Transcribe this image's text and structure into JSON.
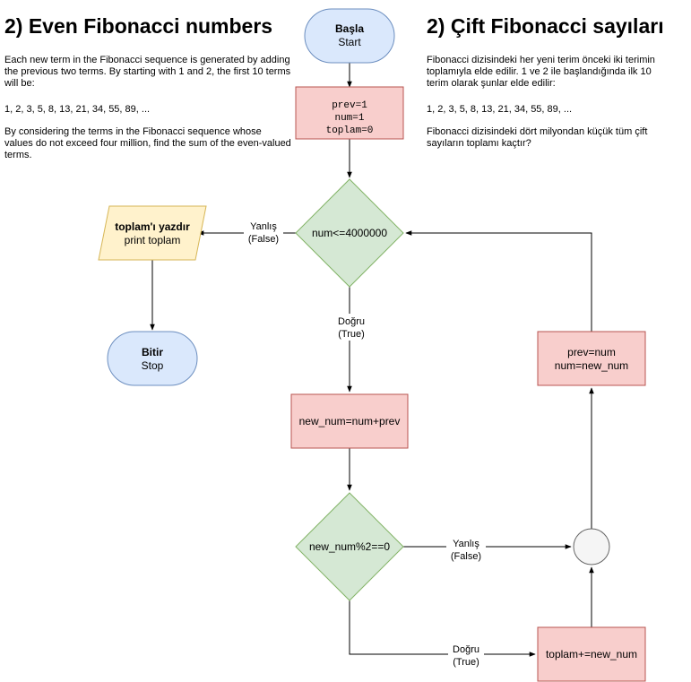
{
  "left": {
    "title": "2) Even Fibonacci numbers",
    "p1": "Each new term in the Fibonacci sequence is generated by adding the previous two terms. By starting with 1 and 2, the first 10 terms will be:",
    "p2": "1, 2, 3, 5, 8, 13, 21, 34, 55, 89, ...",
    "p3": "By considering the terms in the Fibonacci sequence whose values do not exceed four million, find the sum of the even-valued terms."
  },
  "right": {
    "title": "2) Çift Fibonacci sayıları",
    "p1": "Fibonacci dizisindeki her yeni terim önceki iki terimin toplamıyla elde edilir. 1 ve 2 ile başlandığında ilk 10 terim olarak şunlar elde edilir:",
    "p2": "1, 2, 3, 5, 8, 13, 21, 34, 55, 89, ...",
    "p3": "Fibonacci dizisindeki dört milyondan küçük tüm çift sayıların toplamı kaçtır?"
  },
  "nodes": {
    "start": {
      "line1": "Başla",
      "line2": "Start"
    },
    "init": {
      "line1": "prev=1",
      "line2": "num=1",
      "line3": "toplam=0"
    },
    "cond1": {
      "label": "num<=4000000"
    },
    "print": {
      "line1": "toplam'ı yazdır",
      "line2": "print toplam"
    },
    "stop": {
      "line1": "Bitir",
      "line2": "Stop"
    },
    "compute": {
      "label": "new_num=num+prev"
    },
    "cond2": {
      "label": "new_num%2==0"
    },
    "add": {
      "label": "toplam+=new_num"
    },
    "update": {
      "line1": "prev=num",
      "line2": "num=new_num"
    }
  },
  "edges": {
    "false1": {
      "line1": "Yanlış",
      "line2": "(False)"
    },
    "true1": {
      "line1": "Doğru",
      "line2": "(True)"
    },
    "false2": {
      "line1": "Yanlış",
      "line2": "(False)"
    },
    "true2": {
      "line1": "Doğru",
      "line2": "(True)"
    }
  },
  "colors": {
    "terminal_fill": "#dae8fc",
    "terminal_stroke": "#6c8ebf",
    "process_fill": "#f8cecc",
    "process_stroke": "#b85450",
    "decision_fill": "#d5e8d4",
    "decision_stroke": "#82b366",
    "io_fill": "#fff2cc",
    "io_stroke": "#d6b656",
    "junction_fill": "#f5f5f5",
    "junction_stroke": "#666666"
  }
}
